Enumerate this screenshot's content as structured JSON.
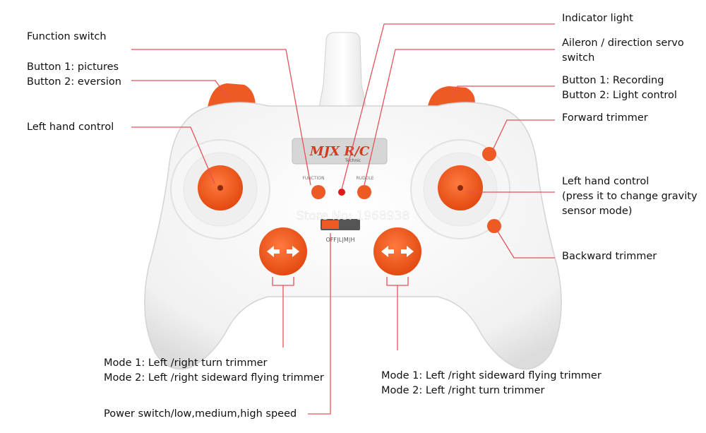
{
  "labels": {
    "function_switch": "Function switch",
    "button1_pictures": "Button 1: pictures",
    "button2_eversion": "Button 2: eversion",
    "left_hand_control_left": "Left hand control",
    "indicator_light": "Indicator light",
    "aileron_line1": "Aileron / direction servo",
    "aileron_line2": "switch",
    "button1_recording": "Button 1: Recording",
    "button2_light": "Button 2: Light control",
    "forward_trimmer": "Forward trimmer",
    "left_hand_control_right_1": "Left hand control",
    "left_hand_control_right_2": "(press it to change gravity",
    "left_hand_control_right_3": "sensor mode)",
    "backward_trimmer": "Backward trimmer",
    "mode_left_1": "Mode 1: Left /right turn trimmer",
    "mode_left_2": "Mode 2: Left /right sideward flying trimmer",
    "mode_right_1": "Mode 1: Left /right sideward flying trimmer",
    "mode_right_2": "Mode 2: Left /right turn trimmer",
    "power_switch": "Power switch/low,medium,high speed"
  },
  "device": {
    "brand": "MJX R/C",
    "brand_sub": "Technic",
    "function_tag": "FUNCTION",
    "rudder_tag": "RUDDLE",
    "power_scale": "OFF|L|M|H",
    "watermark": "Store No: 1968938"
  },
  "colors": {
    "accent": "#ee5a24",
    "leader_line": "#e8505b",
    "body": "#f3f3f3"
  }
}
